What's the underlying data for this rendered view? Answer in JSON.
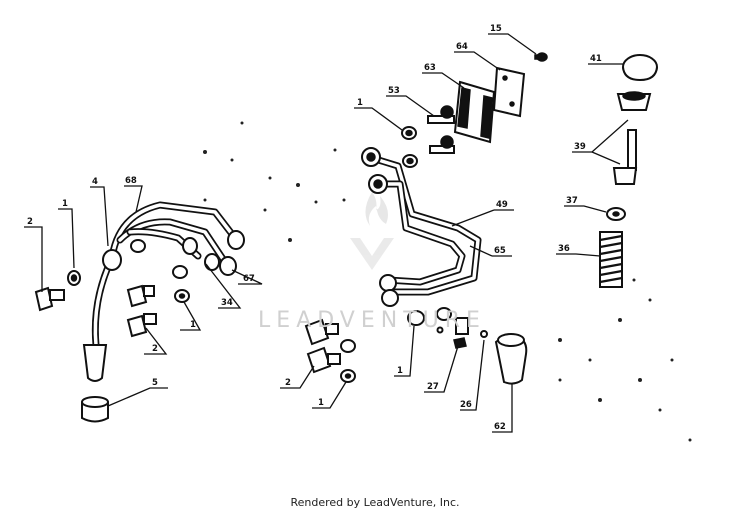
{
  "callouts": [
    {
      "id": "c15",
      "label": "15"
    },
    {
      "id": "c64",
      "label": "64"
    },
    {
      "id": "c63",
      "label": "63"
    },
    {
      "id": "c53",
      "label": "53"
    },
    {
      "id": "c41",
      "label": "41"
    },
    {
      "id": "c39",
      "label": "39"
    },
    {
      "id": "c37",
      "label": "37"
    },
    {
      "id": "c36",
      "label": "36"
    },
    {
      "id": "c1a",
      "label": "1"
    },
    {
      "id": "c49",
      "label": "49"
    },
    {
      "id": "c65",
      "label": "65"
    },
    {
      "id": "c4",
      "label": "4"
    },
    {
      "id": "c68",
      "label": "68"
    },
    {
      "id": "c1b",
      "label": "1"
    },
    {
      "id": "c2a",
      "label": "2"
    },
    {
      "id": "c67",
      "label": "67"
    },
    {
      "id": "c34",
      "label": "34"
    },
    {
      "id": "c1c",
      "label": "1"
    },
    {
      "id": "c2b",
      "label": "2"
    },
    {
      "id": "c5",
      "label": "5"
    },
    {
      "id": "c2c",
      "label": "2"
    },
    {
      "id": "c1d",
      "label": "1"
    },
    {
      "id": "c1e",
      "label": "1"
    },
    {
      "id": "c27",
      "label": "27"
    },
    {
      "id": "c26",
      "label": "26"
    },
    {
      "id": "c62",
      "label": "62"
    }
  ],
  "watermark": {
    "text": "LEADVENTURE",
    "logo": "leadventure-flame-logo"
  },
  "footer": {
    "text": "Rendered by LeadVenture, Inc."
  }
}
